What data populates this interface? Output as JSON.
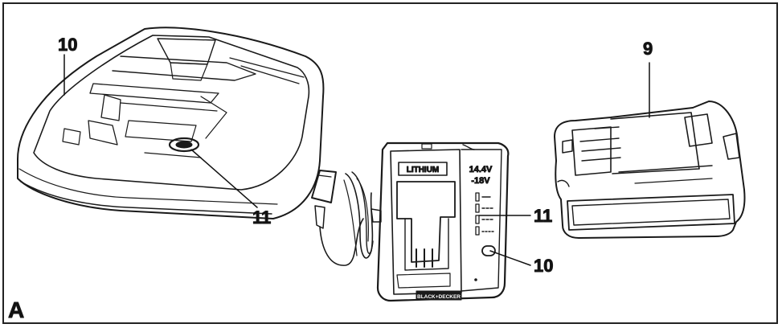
{
  "figure": {
    "letter": "A",
    "callouts": {
      "charger_top_left": "10",
      "charger_button_left": "11",
      "battery": "9",
      "charger_led": "11",
      "charger_button_front": "10"
    },
    "charger_labels": {
      "lithium": "LITHIUM",
      "voltage_line1": "14.4V",
      "voltage_line2": "-18V",
      "brand": "BLACK+DECKER"
    }
  }
}
